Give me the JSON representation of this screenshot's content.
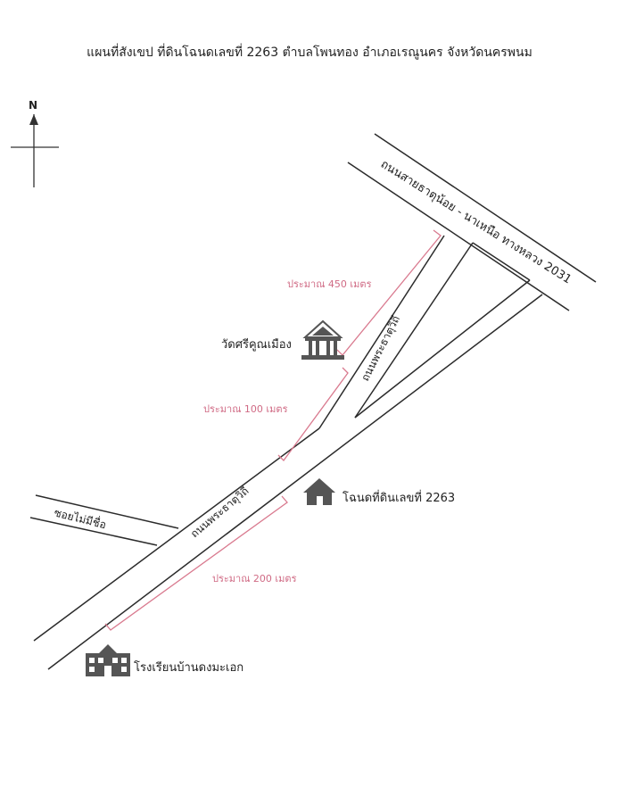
{
  "map": {
    "title": "แผนที่สังเขป ที่ดินโฉนดเลขที่ 2263 ตำบลโพนทอง อำเภอเรณูนคร จังหวัดนครพนม",
    "north_label": "N",
    "roads": {
      "top_road": "ถนนสายธาตุน้อย - นาเหนือ ทางหลวง 2031",
      "main_road_lower": "ถนนพระธาตุวิถี",
      "main_road_upper": "ถนนพระธาตุวิถี",
      "side_alley": "ซอยไม่มีชื่อ"
    },
    "distances": {
      "d450": "ประมาณ 450 เมตร",
      "d100": "ประมาณ 100 เมตร",
      "d200": "ประมาณ 200 เมตร"
    },
    "landmarks": {
      "temple": "วัดศรีคูณเมือง",
      "land_plot": "โฉนดที่ดินเลขที่ 2263",
      "school": "โรงเรียนบ้านดงมะเอก"
    },
    "colors": {
      "road": "#2b2b2b",
      "distance": "#d97a8f",
      "icon": "#555555"
    },
    "icons": {
      "temple": "temple-icon",
      "land_plot": "house-icon",
      "school": "school-icon",
      "north": "compass-icon"
    }
  }
}
